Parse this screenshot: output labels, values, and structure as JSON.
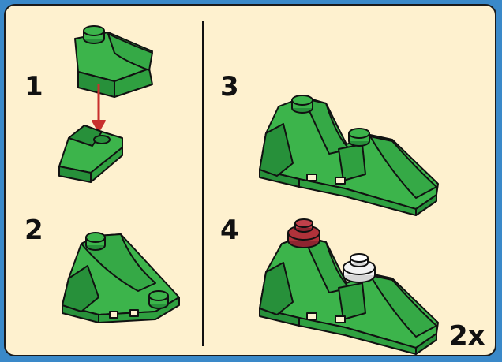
{
  "steps": [
    {
      "number": "1"
    },
    {
      "number": "2"
    },
    {
      "number": "3"
    },
    {
      "number": "4"
    }
  ],
  "quantity": "2x",
  "colors": {
    "background": "#3a89c9",
    "panel": "#fef1cf",
    "brick_green": "#3cb44b",
    "brick_green_dark": "#27903a",
    "stud_red": "#b0323a",
    "stud_white": "#f2f2f2",
    "arrow": "#c8302e"
  },
  "icons": [
    "arrow-down-icon"
  ]
}
